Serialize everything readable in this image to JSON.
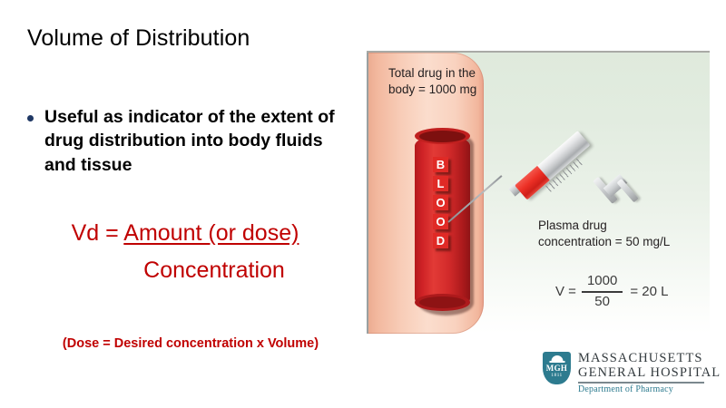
{
  "slide": {
    "title": "Volume of Distribution",
    "bullet": {
      "text": "Useful as indicator of the extent of drug distribution into body fluids and tissue",
      "bullet_color": "#1F3864"
    },
    "formula": {
      "lhs": "Vd = ",
      "numerator": "Amount (or dose)",
      "denominator": "Concentration",
      "color": "#C00000"
    },
    "note": "(Dose = Desired concentration x Volume)"
  },
  "figure": {
    "total_drug_label": "Total drug in the\nbody = 1000 mg",
    "plasma_label": "Plasma drug\nconcentration = 50 mg/L",
    "vessel_word": "BLOOD",
    "vessel_letters": [
      "B",
      "L",
      "O",
      "O",
      "D"
    ],
    "equation": {
      "lhs": "V =",
      "numerator": "1000",
      "denominator": "50",
      "rhs": "= 20 L"
    },
    "colors": {
      "plasma_panel": "#f8cdb8",
      "background": "#e4eee1",
      "vessel": "#cf2226",
      "drug": "#ec2f25"
    }
  },
  "logo": {
    "shield_abbr": "MGH",
    "shield_year": "1811",
    "line1": "MASSACHUSETTS",
    "line2": "GENERAL HOSPITAL",
    "department": "Department of Pharmacy",
    "brand_color": "#2d7b8f"
  }
}
